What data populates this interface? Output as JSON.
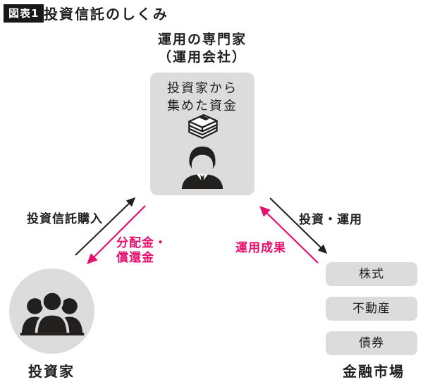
{
  "colors": {
    "accent_pink": "#e5106e",
    "ink_black": "#221f1f",
    "panel_gray": "#dcdcdd",
    "badge_bg": "#1a1717"
  },
  "header": {
    "badge": "図表1",
    "title": "投資信託のしくみ"
  },
  "manager": {
    "heading_line1": "運用の専門家",
    "heading_line2": "（運用会社）",
    "fund_line1": "投資家から",
    "fund_line2": "集めた資金"
  },
  "flows": {
    "purchase": "投資信託購入",
    "distribution_line1": "分配金・",
    "distribution_line2": "償還金",
    "invest": "投資・運用",
    "returns": "運用成果"
  },
  "investor": {
    "label": "投資家"
  },
  "market": {
    "label": "金融市場",
    "items": [
      "株式",
      "不動産",
      "債券"
    ]
  },
  "icons": {
    "fund": "banknotes-stack-icon",
    "manager": "fund-manager-icon",
    "investors": "people-group-icon"
  }
}
